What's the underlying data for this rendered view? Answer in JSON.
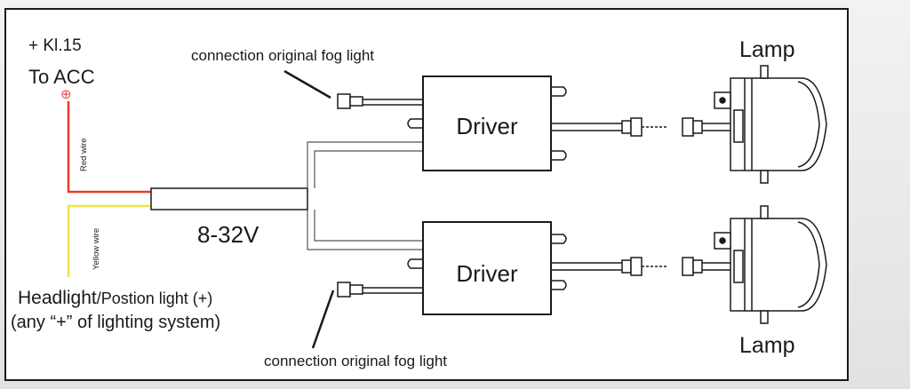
{
  "labels": {
    "plus_kl15": "+ Kl.15",
    "to_acc": "To ACC",
    "plus_symbol": "⊕",
    "fog_top": "connection original fog light",
    "fog_bottom": "connection original fog light",
    "lamp_top": "Lamp",
    "lamp_bottom": "Lamp",
    "driver_top": "Driver",
    "driver_bottom": "Driver",
    "voltage": "8-32V",
    "red_wire": "Red wire",
    "yellow_wire": "Yellow wire",
    "headlight_main": "Headlight",
    "headlight_suffix": "/Postion light (+)",
    "any_plus": "(any “+” of lighting system)"
  },
  "colors": {
    "red_wire": "#e83a2a",
    "yellow_wire": "#f2e24a",
    "plus_symbol": "#e05050",
    "outline": "#1a1a1a"
  }
}
